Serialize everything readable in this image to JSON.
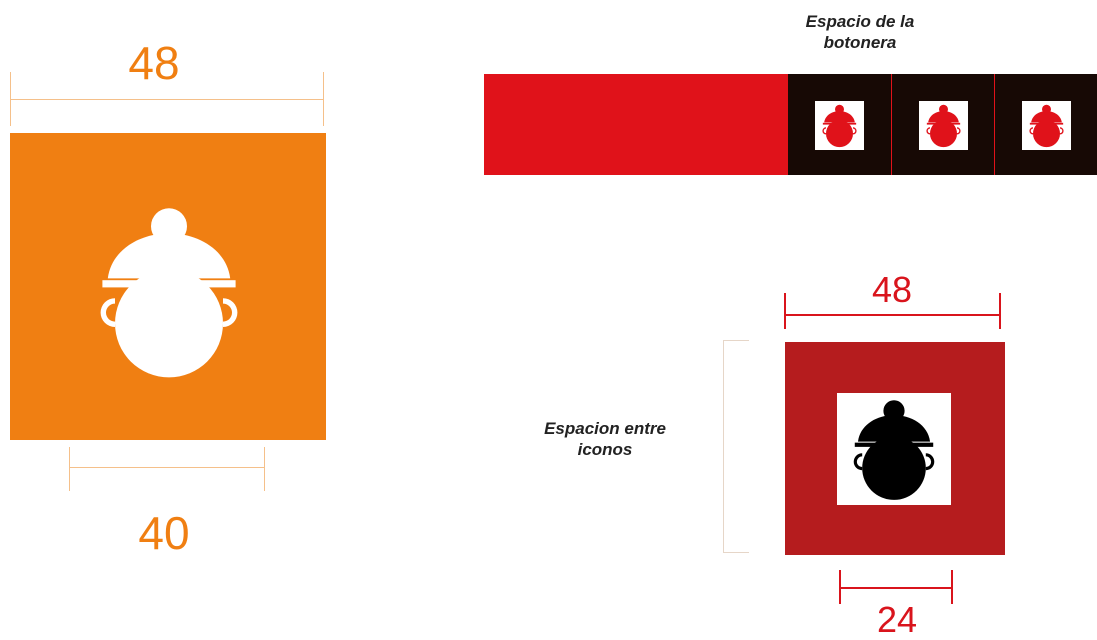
{
  "left_spec": {
    "width_label": "48",
    "icon_label": "40",
    "tile_color": "#f07f12",
    "icon_color": "#ffffff",
    "dim_line_color": "#f5c08a",
    "icon": "pot-icon"
  },
  "toolbar": {
    "caption": "Espacio de la botonera",
    "bar_color": "#e0121a",
    "button_bg": "#170905",
    "button_count": 3,
    "icon": "pot-icon"
  },
  "right_spec": {
    "width_label": "48",
    "icon_label": "24",
    "spacing_caption": "Espacion entre iconos",
    "tile_color": "#b51c1e",
    "icon_bg": "#ffffff",
    "icon_color": "#000000",
    "dim_line_color": "#d9141c",
    "icon": "pot-icon"
  }
}
